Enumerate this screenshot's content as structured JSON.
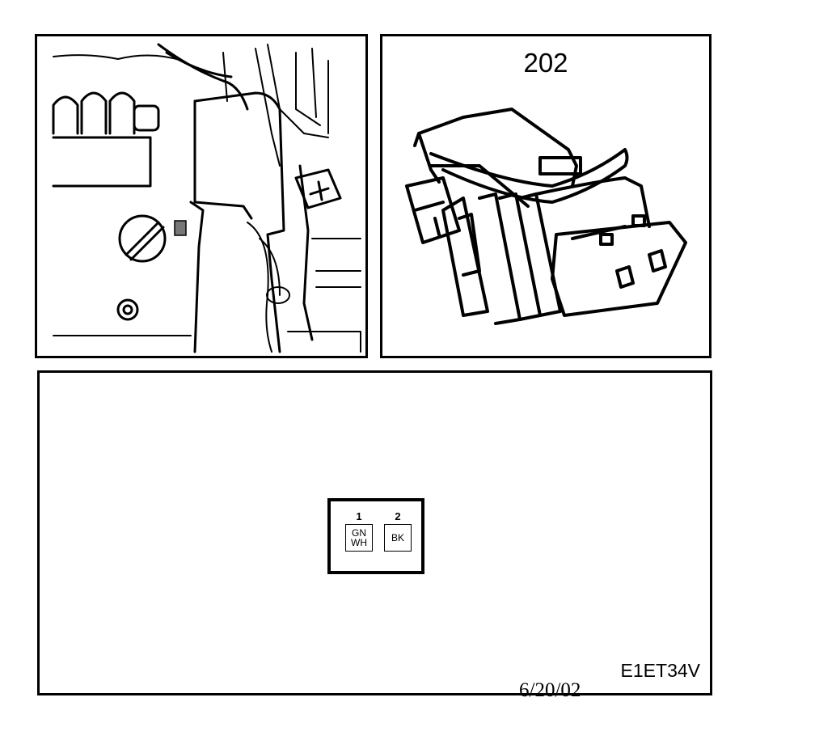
{
  "connector": {
    "number": "202"
  },
  "pinout": {
    "pins": [
      {
        "number": "1",
        "color_line1": "GN",
        "color_line2": "WH"
      },
      {
        "number": "2",
        "color_line1": "BK",
        "color_line2": ""
      }
    ]
  },
  "figure_code": "E1ET34V",
  "date_stamp": "6/20/02"
}
